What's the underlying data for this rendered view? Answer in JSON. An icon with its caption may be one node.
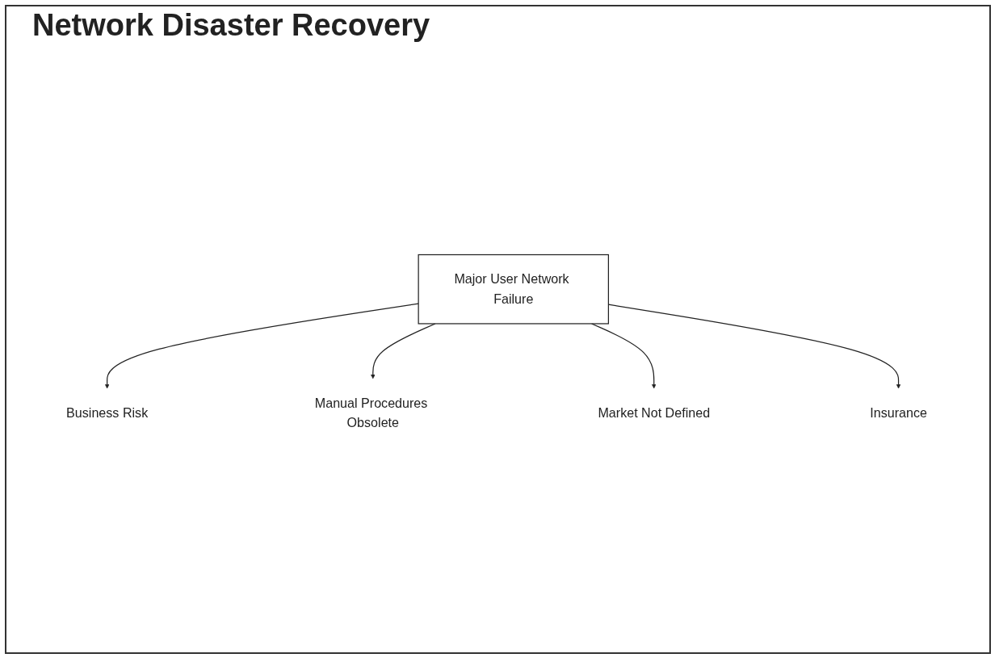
{
  "diagram": {
    "title": "Network Disaster Recovery",
    "nodes": [
      {
        "text": [
          "Business Risk"
        ]
      },
      {
        "text": [
          "Manual Procedures Obsolete"
        ]
      },
      {
        "text": [
          "Major User Network Failure"
        ]
      },
      {
        "text": [
          "Market Not Defined"
        ]
      },
      {
        "text": [
          "Insurance"
        ]
      }
    ],
    "edges": [
      {
        "from": 2,
        "to": 0,
        "arrow": "to"
      },
      {
        "from": 2,
        "to": 1,
        "arrow": "to"
      },
      {
        "from": 2,
        "to": 3,
        "arrow": "to"
      },
      {
        "from": 2,
        "to": 4,
        "arrow": "to"
      }
    ]
  }
}
